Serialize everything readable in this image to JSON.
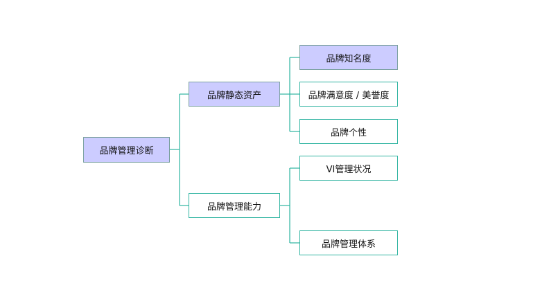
{
  "diagram": {
    "root": {
      "label": "品牌管理诊断"
    },
    "branches": [
      {
        "label": "品牌静态资产",
        "children": [
          {
            "label": "品牌知名度"
          },
          {
            "label": "品牌满意度 / 美誉度"
          },
          {
            "label": "品牌个性"
          }
        ]
      },
      {
        "label": "品牌管理能力",
        "children": [
          {
            "label": "VI管理状况"
          },
          {
            "label": "品牌管理体系"
          }
        ]
      }
    ]
  },
  "colors": {
    "highlight_fill": "#ccccff",
    "connector": "#2db3a0",
    "highlight_border": "#7aa0a0"
  }
}
